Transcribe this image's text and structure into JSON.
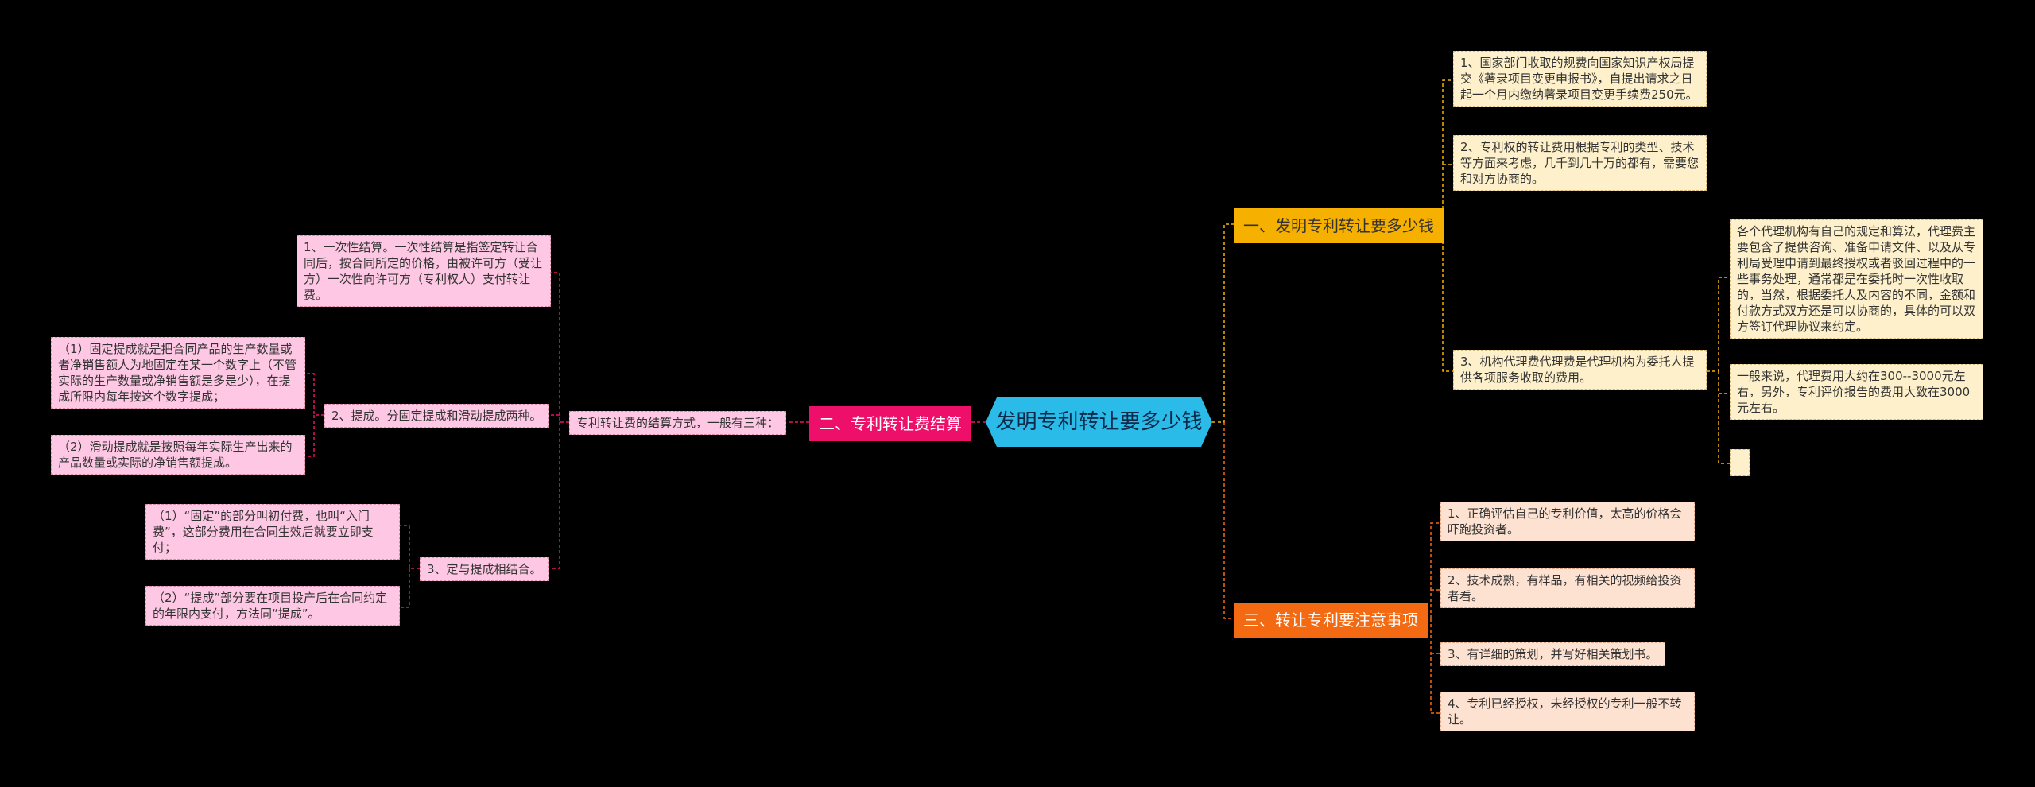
{
  "root": {
    "label": "发明专利转让要多少钱"
  },
  "branches": {
    "cost": {
      "label": "一、发明专利转让要多少钱",
      "items": {
        "item1": "1、国家部门收取的规费向国家知识产权局提交《著录项目变更申报书》，自提出请求之日起一个月内缴纳著录项目变更手续费250元。",
        "item2": "2、专利权的转让费用根据专利的类型、技术等方面来考虑，几千到几十万的都有，需要您和对方协商的。",
        "item3": "3、机构代理费代理费是代理机构为委托人提供各项服务收取的费用。",
        "item3_detail1": "各个代理机构有自己的规定和算法，代理费主要包含了提供咨询、准备申请文件、以及从专利局受理申请到最终授权或者驳回过程中的一些事务处理，通常都是在委托时一次性收取的，当然，根据委托人及内容的不同，金额和付款方式双方还是可以协商的，具体的可以双方签订代理协议来约定。",
        "item3_detail2": "一般来说，代理费用大约在300--3000元左右，另外，专利评价报告的费用大致在3000元左右。",
        "item3_detail3": ""
      }
    },
    "notes": {
      "label": "三、转让专利要注意事项",
      "items": [
        "1、正确评估自己的专利价值，太高的价格会吓跑投资者。",
        "2、技术成熟，有样品，有相关的视频给投资者看。",
        "3、有详细的策划，并写好相关策划书。",
        "4、专利已经授权，未经授权的专利一般不转让。"
      ]
    },
    "settlement": {
      "label": "二、专利转让费结算",
      "intro": "专利转让费的结算方式，一般有三种：",
      "methods": {
        "lump": "1、一次性结算。一次性结算是指签定转让合同后，按合同所定的价格，由被许可方（受让方）一次性向许可方（专利权人）支付转让费。",
        "royalty": "2、提成。分固定提成和滑动提成两种。",
        "royalty_fixed": "（1）固定提成就是把合同产品的生产数量或者净销售额人为地固定在某一个数字上（不管实际的生产数量或净销售额是多是少），在提成所限内每年按这个数字提成；",
        "royalty_sliding": "（2）滑动提成就是按照每年实际生产出来的产品数量或实际的净销售额提成。",
        "mixed": "3、定与提成相结合。",
        "mixed_fixed": "（1）“固定”的部分叫初付费，也叫“入门费”，这部分费用在合同生效后就要立即支付；",
        "mixed_royalty": "（2）“提成”部分要在项目投产后在合同约定的年限内支付，方法同“提成”。"
      }
    }
  },
  "colors": {
    "background": "#000000",
    "root": "#2bbbe8",
    "branch_cost": "#f6b100",
    "branch_notes": "#f46a12",
    "branch_settlement": "#ee0f6b",
    "leaf_pink": "#fec8e4",
    "leaf_cream": "#fdf0cb",
    "leaf_peach": "#fde2d1"
  }
}
